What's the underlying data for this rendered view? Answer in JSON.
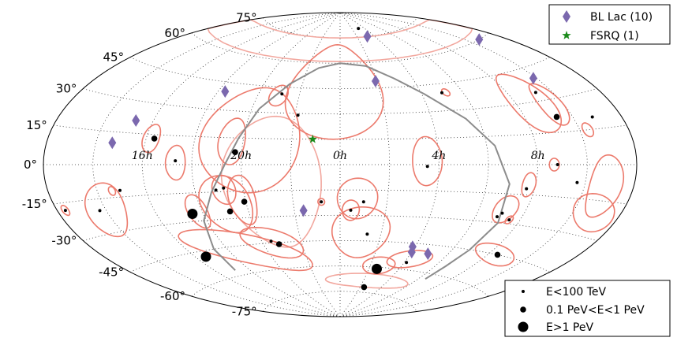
{
  "chart_data": {
    "type": "scatter",
    "projection": "aitoff",
    "colors": {
      "error_region": "#ec7a6c",
      "error_region_light": "#f2a79e",
      "galactic_plane": "#8c8c8c",
      "bl_lac": "#7b68ae",
      "fsrq": "#1a8a1a",
      "neutrino": "#000000"
    },
    "lat_ticks": [
      {
        "lat": 75,
        "label": "75°"
      },
      {
        "lat": 60,
        "label": "60°"
      },
      {
        "lat": 45,
        "label": "45°"
      },
      {
        "lat": 30,
        "label": "30°"
      },
      {
        "lat": 15,
        "label": "15°"
      },
      {
        "lat": 0,
        "label": "0°"
      },
      {
        "lat": -15,
        "label": "-15°"
      },
      {
        "lat": -30,
        "label": "-30°"
      },
      {
        "lat": -45,
        "label": "-45°"
      },
      {
        "lat": -60,
        "label": "-60°"
      },
      {
        "lat": -75,
        "label": "-75°"
      }
    ],
    "ra_ticks": [
      {
        "lon": 120,
        "label": "8h"
      },
      {
        "lon": 60,
        "label": "4h"
      },
      {
        "lon": 0,
        "label": "0h"
      },
      {
        "lon": -60,
        "label": "20h"
      },
      {
        "lon": -120,
        "label": "16h"
      }
    ],
    "legend_sources": [
      {
        "label": "BL Lac (10)",
        "marker": "diamond"
      },
      {
        "label": "FSRQ (1)",
        "marker": "star"
      }
    ],
    "legend_energy": [
      {
        "label": "E<100 TeV",
        "size": "small"
      },
      {
        "label": "0.1 PeV<E<1 PeV",
        "size": "medium"
      },
      {
        "label": "E>1 PeV",
        "size": "large"
      }
    ],
    "bl_lac": [
      [
        48,
        75
      ],
      [
        29,
        49
      ],
      [
        161,
        60
      ],
      [
        148,
        40
      ],
      [
        -85,
        40
      ],
      [
        -131,
        21
      ],
      [
        -140,
        10
      ],
      [
        -24,
        -27
      ],
      [
        58,
        -47
      ],
      [
        60,
        -50
      ],
      [
        74,
        -50
      ]
    ],
    "fsrq": [
      [
        -17,
        15
      ]
    ],
    "neutrinos": [
      {
        "lon": 46,
        "lat": 80,
        "size": "small"
      },
      {
        "lon": 139,
        "lat": 34,
        "size": "small"
      },
      {
        "lon": -43,
        "lat": 41,
        "size": "small"
      },
      {
        "lon": -28,
        "lat": 29,
        "size": "small"
      },
      {
        "lon": 140,
        "lat": 22,
        "size": "medium"
      },
      {
        "lon": -64,
        "lat": 7,
        "size": "medium"
      },
      {
        "lon": -115,
        "lat": 13,
        "size": "medium"
      },
      {
        "lon": -100,
        "lat": 2,
        "size": "small"
      },
      {
        "lon": 53,
        "lat": -1,
        "size": "small"
      },
      {
        "lon": 145,
        "lat": -8,
        "size": "small"
      },
      {
        "lon": 115,
        "lat": -12,
        "size": "small"
      },
      {
        "lon": 106,
        "lat": -25,
        "size": "small"
      },
      {
        "lon": 104,
        "lat": -27,
        "size": "small"
      },
      {
        "lon": 15,
        "lat": -22,
        "size": "small"
      },
      {
        "lon": 7,
        "lat": -27,
        "size": "small"
      },
      {
        "lon": -72,
        "lat": -13,
        "size": "small"
      },
      {
        "lon": -77,
        "lat": -14,
        "size": "small"
      },
      {
        "lon": -61,
        "lat": -21,
        "size": "medium"
      },
      {
        "lon": -72,
        "lat": -26,
        "size": "medium"
      },
      {
        "lon": -97,
        "lat": -26,
        "size": "large"
      },
      {
        "lon": 20,
        "lat": -41,
        "size": "small"
      },
      {
        "lon": -53,
        "lat": -44,
        "size": "small"
      },
      {
        "lon": -48,
        "lat": -46,
        "size": "medium"
      },
      {
        "lon": 127,
        "lat": -45,
        "size": "medium"
      },
      {
        "lon": 62,
        "lat": -56,
        "size": "small"
      },
      {
        "lon": 38,
        "lat": -61,
        "size": "large"
      },
      {
        "lon": -112,
        "lat": -48,
        "size": "large"
      },
      {
        "lon": -154,
        "lat": -20,
        "size": "small"
      },
      {
        "lon": -136,
        "lat": -12,
        "size": "small"
      },
      {
        "lon": 36,
        "lat": -72,
        "size": "medium"
      },
      {
        "lon": 162,
        "lat": 20,
        "size": "small"
      },
      {
        "lon": -175,
        "lat": -18,
        "size": "small"
      },
      {
        "lon": 75,
        "lat": 40,
        "size": "small"
      },
      {
        "lon": 113,
        "lat": -28,
        "size": "small"
      },
      {
        "lon": 132,
        "lat": 0,
        "size": "small"
      },
      {
        "lon": -12,
        "lat": -22,
        "size": "small"
      }
    ],
    "error_regions": [
      {
        "lon": 130,
        "lat": 30,
        "rx": 12,
        "ry": 15,
        "rot": 15
      },
      {
        "lon": 142,
        "lat": 28,
        "rx": 7,
        "ry": 10,
        "rot": 0
      },
      {
        "lon": 163,
        "lat": -9,
        "rx": 10,
        "ry": 13,
        "rot": 0
      },
      {
        "lon": 163,
        "lat": -20,
        "rx": 14,
        "ry": 7,
        "rot": -15
      },
      {
        "lon": 116,
        "lat": -10,
        "rx": 4,
        "ry": 6,
        "rot": 0
      },
      {
        "lon": 107,
        "lat": -23,
        "rx": 7,
        "ry": 7,
        "rot": 25
      },
      {
        "lon": 53,
        "lat": 2,
        "rx": 9,
        "ry": 14,
        "rot": 0
      },
      {
        "lon": 11,
        "lat": -20,
        "rx": 12,
        "ry": 12,
        "rot": 0
      },
      {
        "lon": 7,
        "lat": -27,
        "rx": 5,
        "ry": 6,
        "rot": 0
      },
      {
        "lon": 15,
        "lat": -40,
        "rx": 16,
        "ry": 15,
        "rot": 0
      },
      {
        "lon": 62,
        "lat": -54,
        "rx": 11,
        "ry": 5,
        "rot": 10
      },
      {
        "lon": 38,
        "lat": -59,
        "rx": 8,
        "ry": 5,
        "rot": 0
      },
      {
        "lon": 125,
        "lat": -45,
        "rx": 14,
        "ry": 4,
        "rot": -10
      },
      {
        "lon": -4,
        "lat": 43,
        "rx": 26,
        "ry": 28,
        "rot": -5
      },
      {
        "lon": -45,
        "lat": 40,
        "rx": 5,
        "ry": 6,
        "rot": 0
      },
      {
        "lon": -67,
        "lat": 13,
        "rx": 8,
        "ry": 13,
        "rot": 0
      },
      {
        "lon": -56,
        "lat": 14,
        "rx": 30,
        "ry": 30,
        "rot": 0
      },
      {
        "lon": -117,
        "lat": 13,
        "rx": 5,
        "ry": 7,
        "rot": 0
      },
      {
        "lon": -100,
        "lat": 1,
        "rx": 6,
        "ry": 9,
        "rot": 0
      },
      {
        "lon": -72,
        "lat": -14,
        "rx": 7,
        "ry": 8,
        "rot": 0
      },
      {
        "lon": -62,
        "lat": -20,
        "rx": 8,
        "ry": 14,
        "rot": 0
      },
      {
        "lon": -73,
        "lat": -22,
        "rx": 15,
        "ry": 16,
        "rot": 10
      },
      {
        "lon": -93,
        "lat": -25,
        "rx": 6,
        "ry": 9,
        "rot": 0
      },
      {
        "lon": -52,
        "lat": -45,
        "rx": 16,
        "ry": 8,
        "rot": -20
      },
      {
        "lon": -72,
        "lat": -48,
        "rx": 32,
        "ry": 9,
        "rot": -20
      },
      {
        "lon": -150,
        "lat": -20,
        "rx": 14,
        "ry": 10,
        "rot": 40
      },
      {
        "lon": 155,
        "lat": 15,
        "rx": 3,
        "ry": 3,
        "rot": 0
      },
      {
        "lon": 130,
        "lat": 0,
        "rx": 3,
        "ry": 3,
        "rot": 0
      },
      {
        "lon": 78,
        "lat": 40,
        "rx": 2,
        "ry": 2,
        "rot": 0
      },
      {
        "lon": -12,
        "lat": -22,
        "rx": 2,
        "ry": 2,
        "rot": 0
      },
      {
        "lon": -141,
        "lat": -12,
        "rx": 2,
        "ry": 2,
        "rot": 0
      },
      {
        "lon": -175,
        "lat": -18,
        "rx": 2,
        "ry": 2,
        "rot": 0
      },
      {
        "lon": 113,
        "lat": -28,
        "rx": 2,
        "ry": 2,
        "rot": 0
      }
    ],
    "light_regions": [
      {
        "lon": 0,
        "lat": 68,
        "rx": 90,
        "ry": 7,
        "rot": 0
      },
      {
        "lon": 35,
        "lat": -68,
        "rx": 20,
        "ry": 4,
        "rot": 0
      },
      {
        "lon": -42,
        "lat": -10,
        "rx": 30,
        "ry": 38,
        "rot": 0
      }
    ],
    "galactic_plane": [
      [
        97,
        -63
      ],
      [
        99,
        -55
      ],
      [
        103,
        -45
      ],
      [
        107,
        -30
      ],
      [
        104,
        -10
      ],
      [
        95,
        10
      ],
      [
        82,
        25
      ],
      [
        62,
        40
      ],
      [
        45,
        50
      ],
      [
        25,
        58
      ],
      [
        0,
        60
      ],
      [
        -20,
        57
      ],
      [
        -40,
        47
      ],
      [
        -55,
        32
      ],
      [
        -63,
        15
      ],
      [
        -70,
        0
      ],
      [
        -80,
        -15
      ],
      [
        -92,
        -30
      ],
      [
        -100,
        -45
      ],
      [
        -103,
        -57
      ]
    ]
  }
}
